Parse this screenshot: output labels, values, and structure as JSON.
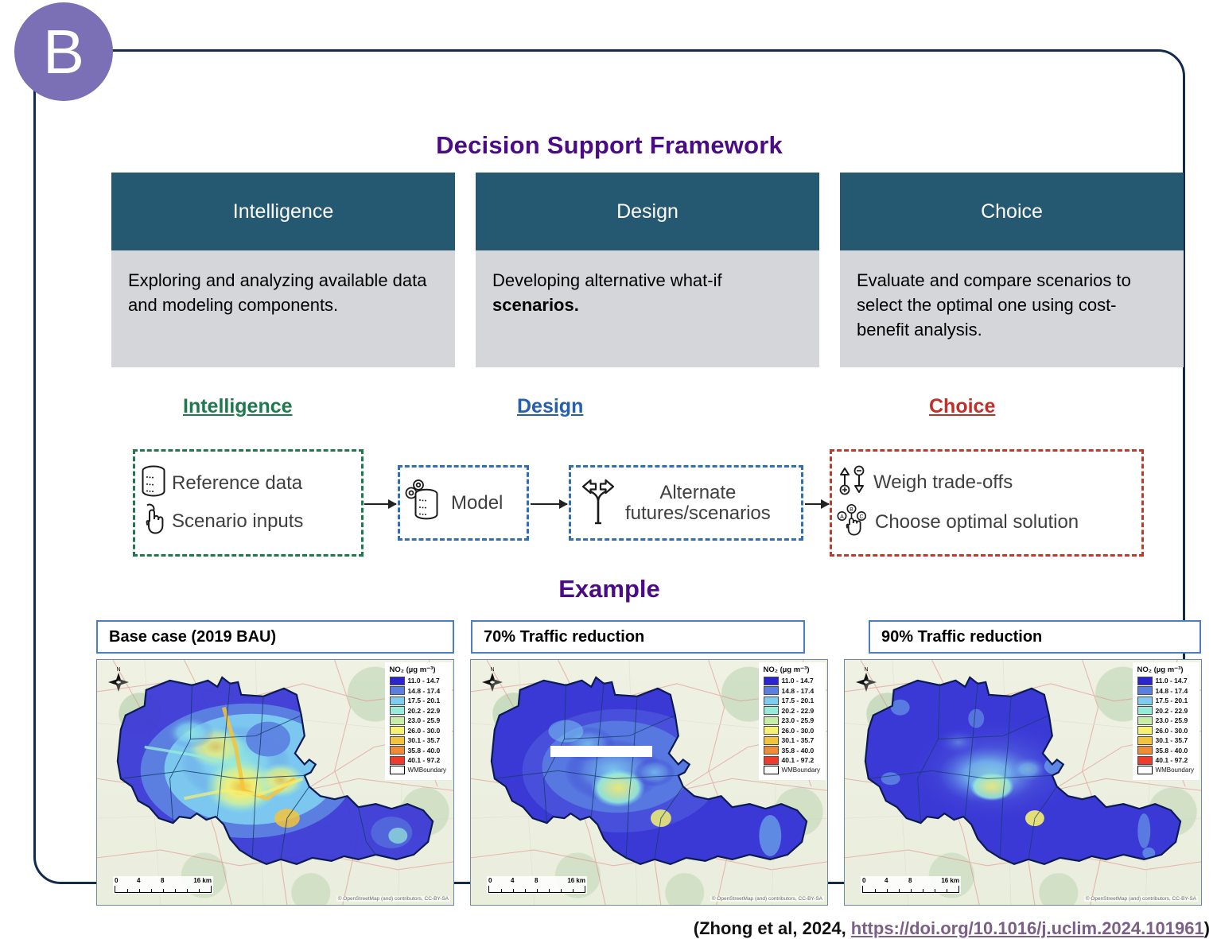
{
  "panel": {
    "badge_label": "B",
    "framework_title": "Decision Support Framework",
    "example_title": "Example"
  },
  "stages": [
    {
      "name": "intelligence",
      "header": "Intelligence",
      "body_lead": "Exploring and analyzing available data and modeling components.",
      "body_bold": ""
    },
    {
      "name": "design",
      "header": "Design",
      "body_lead": "Developing alternative what-if ",
      "body_bold": "scenarios."
    },
    {
      "name": "choice",
      "header": "Choice",
      "body_lead": "Evaluate and compare scenarios to select the optimal one using cost-benefit analysis.",
      "body_bold": ""
    }
  ],
  "flow": {
    "labels": {
      "intelligence": "Intelligence",
      "design": "Design",
      "choice": "Choice"
    },
    "intelligence_items": [
      "Reference data",
      "Scenario inputs"
    ],
    "model_label": "Model",
    "alternate_label_line1": "Alternate",
    "alternate_label_line2": "futures/scenarios",
    "choice_items": [
      "Weigh trade-offs",
      "Choose optimal solution"
    ],
    "colors": {
      "intelligence": "#1d7a4d",
      "design": "#2560ae",
      "choice": "#c0302b"
    }
  },
  "maps": [
    {
      "caption": "Base case (2019 BAU)"
    },
    {
      "caption": "70% Traffic reduction"
    },
    {
      "caption": "90% Traffic reduction"
    }
  ],
  "map_common": {
    "legend_title": "NO₂ (µg m⁻³)",
    "legend_entries": [
      {
        "label": "11.0 - 14.7",
        "color": "#2b25cf"
      },
      {
        "label": "14.8 - 17.4",
        "color": "#5b7fe0"
      },
      {
        "label": "17.5 - 20.1",
        "color": "#7ecdf0"
      },
      {
        "label": "20.2 - 22.9",
        "color": "#96ecd9"
      },
      {
        "label": "23.0 - 25.9",
        "color": "#c8eda6"
      },
      {
        "label": "26.0 - 30.0",
        "color": "#f6f170"
      },
      {
        "label": "30.1 - 35.7",
        "color": "#f4c33c"
      },
      {
        "label": "35.8 - 40.0",
        "color": "#f08b36"
      },
      {
        "label": "40.1 - 97.2",
        "color": "#ee3b2c"
      }
    ],
    "boundary_label": "WMBoundary",
    "scalebar_ticks": [
      "0",
      "4",
      "8",
      "16 km"
    ],
    "attribution": "© OpenStreetMap (and) contributors, CC-BY-SA",
    "north_label": "N"
  },
  "citation": {
    "prefix": "(Zhong et al, 2024, ",
    "doi": "https://doi.org/10.1016/j.uclim.2024.101961",
    "suffix": ")"
  },
  "chart_data": {
    "type": "heatmap",
    "title": "Modelled annual-mean NO₂ concentration across the West Midlands under three traffic scenarios",
    "unit": "µg m⁻³",
    "panels": [
      {
        "name": "Base case (2019 BAU)",
        "peak_class": "30.1 - 35.7",
        "dominant_class": "17.5 - 20.1"
      },
      {
        "name": "70% Traffic reduction",
        "peak_class": "26.0 - 30.0",
        "dominant_class": "11.0 - 14.7"
      },
      {
        "name": "90% Traffic reduction",
        "peak_class": "26.0 - 30.0",
        "dominant_class": "11.0 - 14.7"
      }
    ],
    "class_breaks": [
      11.0,
      14.8,
      17.5,
      20.2,
      23.0,
      26.0,
      30.1,
      35.8,
      40.1,
      97.2
    ],
    "class_labels": [
      "11.0 - 14.7",
      "14.8 - 17.4",
      "17.5 - 20.1",
      "20.2 - 22.9",
      "23.0 - 25.9",
      "26.0 - 30.0",
      "30.1 - 35.7",
      "35.8 - 40.0",
      "40.1 - 97.2"
    ],
    "class_colors": [
      "#2b25cf",
      "#5b7fe0",
      "#7ecdf0",
      "#96ecd9",
      "#c8eda6",
      "#f6f170",
      "#f4c33c",
      "#f08b36",
      "#ee3b2c"
    ],
    "legend_position": "top-right",
    "grid": false
  }
}
